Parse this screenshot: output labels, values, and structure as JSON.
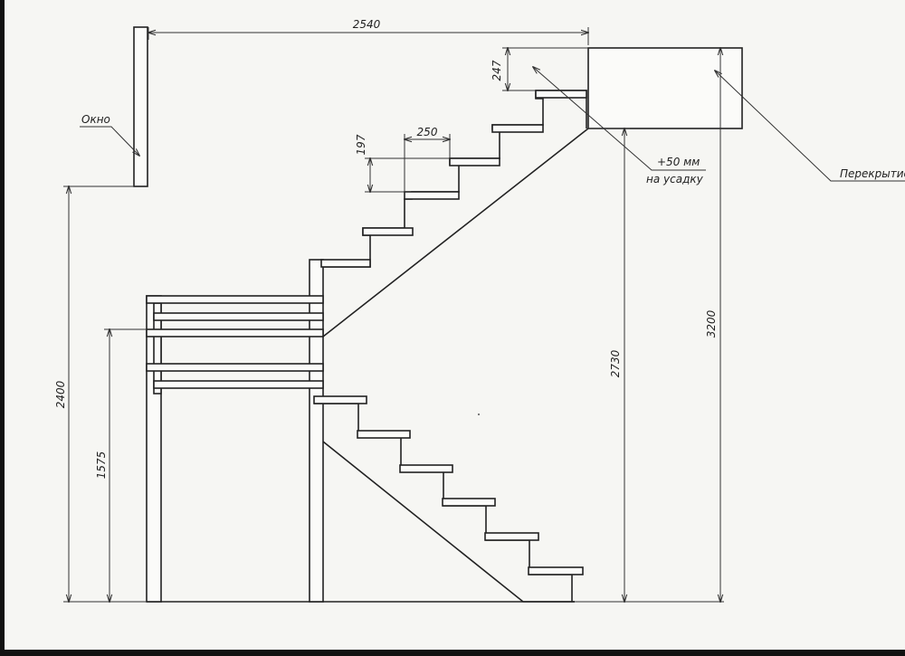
{
  "labels": {
    "window": "Окно",
    "floor_slab": "Перекрытие",
    "shrink_line1": "+50 мм",
    "shrink_line2": "на усадку"
  },
  "dimensions": {
    "total_width": "2540",
    "top_step_height": "247",
    "tread_depth": "250",
    "riser_height": "197",
    "window_sill_height": "2400",
    "landing_height": "1575",
    "height_to_slab_bottom": "2730",
    "floor_to_floor": "3200"
  }
}
